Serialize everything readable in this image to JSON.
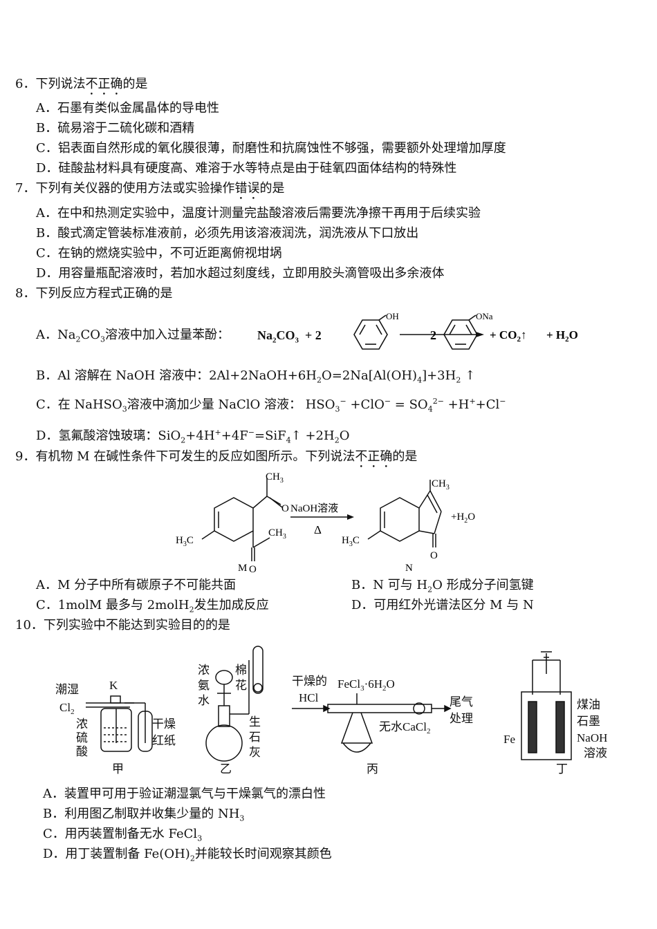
{
  "q6": {
    "num": "6．",
    "stem_pre": "下列说法",
    "stem_dot1": "不",
    "stem_dot2": "正",
    "stem_dot3": "确",
    "stem_post": "的是",
    "A": "A．石墨有类似金属晶体的导电性",
    "B": "B．硫易溶于二硫化碳和酒精",
    "C": "C．铝表面自然形成的氧化膜很薄，耐磨性和抗腐蚀性不够强，需要额外处理增加厚度",
    "D": "D．硅酸盐材料具有硬度高、难溶于水等特点是由于硅氧四面体结构的特殊性"
  },
  "q7": {
    "num": "7．",
    "stem_pre": "下列有关仪器的使用方法或实验操作",
    "stem_dot1": "错",
    "stem_dot2": "误",
    "stem_post": "的是",
    "A": "A．在中和热测定实验中，温度计测量完盐酸溶液后需要洗净擦干再用于后续实验",
    "B": "B．酸式滴定管装标准液前，必须先用该溶液润洗，润洗液从下口放出",
    "C": "C．在钠的燃烧实验中，不可近距离俯视坩埚",
    "D": "D．用容量瓶配溶液时，若加水超过刻度线，立即用胶头滴管吸出多余液体"
  },
  "q8": {
    "num": "8．",
    "stem": "下列反应方程式正确的是",
    "A_pre": "A．Na",
    "A_mid": "CO",
    "A_text": "溶液中加入过量苯酚：",
    "A_eq_left": "Na",
    "A_eq_left2": "CO",
    "A_eq_coef1": "+ 2",
    "A_eq_coef2": "2",
    "A_oh": "OH",
    "A_ona": "ONa",
    "A_eq_right": "+ CO",
    "A_eq_arrow": "↑",
    "A_eq_water": "+ H",
    "A_eq_water2": "O",
    "B_pre": "B．Al 溶解在 NaOH 溶液中：2Al+2NaOH+6H",
    "B_mid": "O=2Na[Al(OH)",
    "B_post": "]+3H",
    "B_arrow": "↑",
    "C_pre": "C．在 NaHSO",
    "C_mid": "溶液中滴加少量 NaClO 溶液：",
    "C_eq1": "HSO",
    "C_eq2": "+ClO",
    "C_eq3": "= SO",
    "C_eq4": "+H",
    "C_eq5": "+Cl",
    "D_pre": "D．氢氟酸溶蚀玻璃：SiO",
    "D_mid": "+4H",
    "D_mid2": "+4F",
    "D_mid3": "=SiF",
    "D_post": "↑ +2H",
    "D_end": "O"
  },
  "q9": {
    "num": "9．",
    "stem_pre": "有机物 M 在碱性条件下可发生的反应如图所示。下列说法",
    "stem_dot1": "不",
    "stem_dot2": "正",
    "stem_dot3": "确",
    "stem_post": "的是",
    "ch3": "CH",
    "h3c": "H",
    "h3c2": "C",
    "o": "O",
    "reagent": "NaOH溶液",
    "heat": "Δ",
    "water": "+H",
    "water2": "O",
    "label_M": "M",
    "label_N": "N",
    "A": "A．M 分子中所有碳原子不可能共面",
    "B_pre": "B．N 可与 H",
    "B_post": "O 形成分子间氢键",
    "C_pre": "C．1molM 最多与 2molH",
    "C_post": "发生加成反应",
    "D": "D．可用红外光谱法区分 M 与 N"
  },
  "q10": {
    "num": "10．",
    "stem": "下列实验中不能达到实验目的的是",
    "jia": {
      "wet": "潮湿",
      "cl": "Cl",
      "k": "K",
      "acid1": "浓",
      "acid2": "硫",
      "acid3": "酸",
      "dry1": "干燥",
      "dry2": "红纸",
      "label": "甲"
    },
    "yi": {
      "n1": "浓",
      "n2": "氨",
      "n3": "水",
      "c1": "棉",
      "c2": "花",
      "s1": "生",
      "s2": "石",
      "s3": "灰",
      "label": "乙"
    },
    "bing": {
      "hcl1": "干燥的",
      "hcl2": "HCl",
      "fecl": "FeCl",
      "fecl2": "·6H",
      "fecl3": "O",
      "tail1": "尾气",
      "tail2": "处理",
      "cacl": "无水CaCl",
      "label": "丙"
    },
    "ding": {
      "kero": "煤油",
      "graph": "石墨",
      "naoh1": "NaOH",
      "naoh2": "溶液",
      "fe": "Fe",
      "label": "丁"
    },
    "A": "A．装置甲可用于验证潮湿氯气与干燥氯气的漂白性",
    "B_pre": "B．利用图乙制取并收集少量的 NH",
    "C_pre": "C．用丙装置制备无水 FeCl",
    "D_pre": "D．用丁装置制备 Fe(OH)",
    "D_post": "并能较长时间观察其颜色"
  }
}
